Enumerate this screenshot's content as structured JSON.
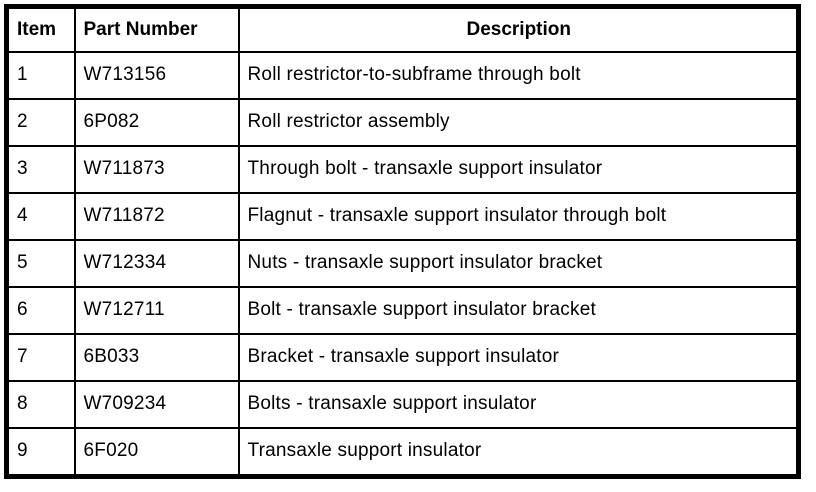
{
  "table": {
    "columns": [
      "Item",
      "Part Number",
      "Description"
    ],
    "rows": [
      {
        "item": "1",
        "part_number": "W713156",
        "description": "Roll restrictor-to-subframe through bolt"
      },
      {
        "item": "2",
        "part_number": "6P082",
        "description": "Roll restrictor assembly"
      },
      {
        "item": "3",
        "part_number": "W711873",
        "description": "Through bolt - transaxle support insulator"
      },
      {
        "item": "4",
        "part_number": "W711872",
        "description": "Flagnut - transaxle support insulator through bolt"
      },
      {
        "item": "5",
        "part_number": "W712334",
        "description": "Nuts - transaxle support insulator bracket"
      },
      {
        "item": "6",
        "part_number": "W712711",
        "description": "Bolt - transaxle support insulator bracket"
      },
      {
        "item": "7",
        "part_number": "6B033",
        "description": "Bracket - transaxle support insulator"
      },
      {
        "item": "8",
        "part_number": "W709234",
        "description": "Bolts - transaxle support insulator"
      },
      {
        "item": "9",
        "part_number": "6F020",
        "description": "Transaxle support insulator"
      }
    ],
    "colors": {
      "border": "#000000",
      "text": "#000000",
      "background": "#ffffff"
    }
  }
}
